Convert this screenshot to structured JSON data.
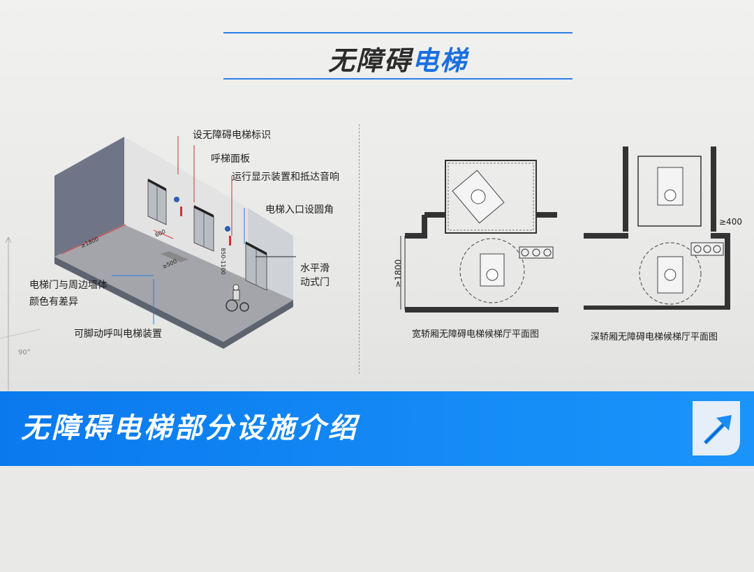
{
  "title": {
    "plain": "无障碍",
    "accent": "电梯"
  },
  "left_diagram": {
    "callouts": {
      "sign": "设无障碍电梯标识",
      "call_panel": "呼梯面板",
      "display": "运行显示装置和抵达音响",
      "rounded_corner": "电梯入口设圆角",
      "door_line1": "水平滑",
      "door_line2": "动式门",
      "color_line1": "电梯门与周边墙体",
      "color_line2": "颜色有差异",
      "foot_call": "可脚动呼叫电梯装置"
    },
    "dims": {
      "d1": "≥1800",
      "d2": "600",
      "d3": "≥500",
      "d4": "850-1100"
    }
  },
  "wide_plan": {
    "caption": "宽轿厢无障碍电梯候梯厅平面图",
    "dim": "≥1800"
  },
  "deep_plan": {
    "caption": "深轿厢无障碍电梯候梯厅平面图",
    "dim": "≥400"
  },
  "margin_note": "90°",
  "banner": {
    "text": "无障碍电梯部分设施介绍",
    "badge_icon": "arrow-logo-icon"
  },
  "colors": {
    "accent": "#1b6fe0",
    "banner": "#0a79ee"
  }
}
